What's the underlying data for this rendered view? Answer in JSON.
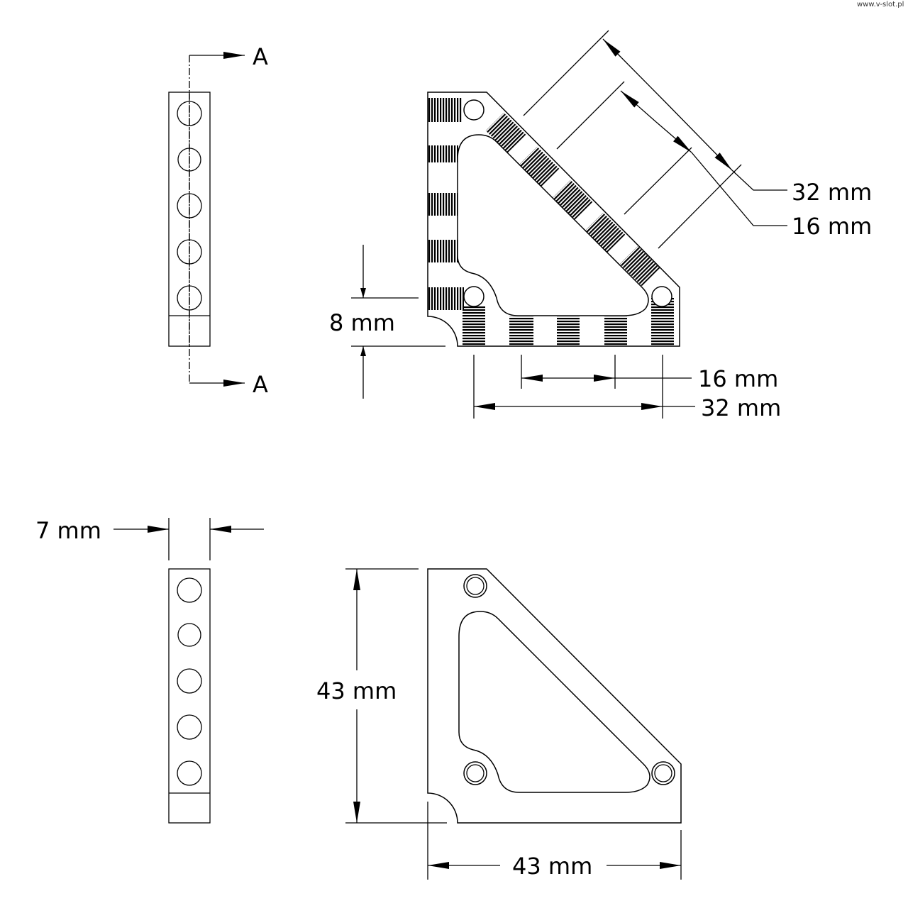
{
  "watermark": "www.v-slot.pl",
  "section_labels": {
    "top": "A",
    "bottom": "A"
  },
  "dimensions": {
    "diag_outer": "32 mm",
    "diag_inner": "16 mm",
    "thickness_top": "8 mm",
    "bottom_inner": "16 mm",
    "bottom_outer": "32 mm",
    "width": "7 mm",
    "height": "43 mm",
    "length": "43 mm"
  },
  "colors": {
    "line": "#000000",
    "background": "#ffffff"
  }
}
